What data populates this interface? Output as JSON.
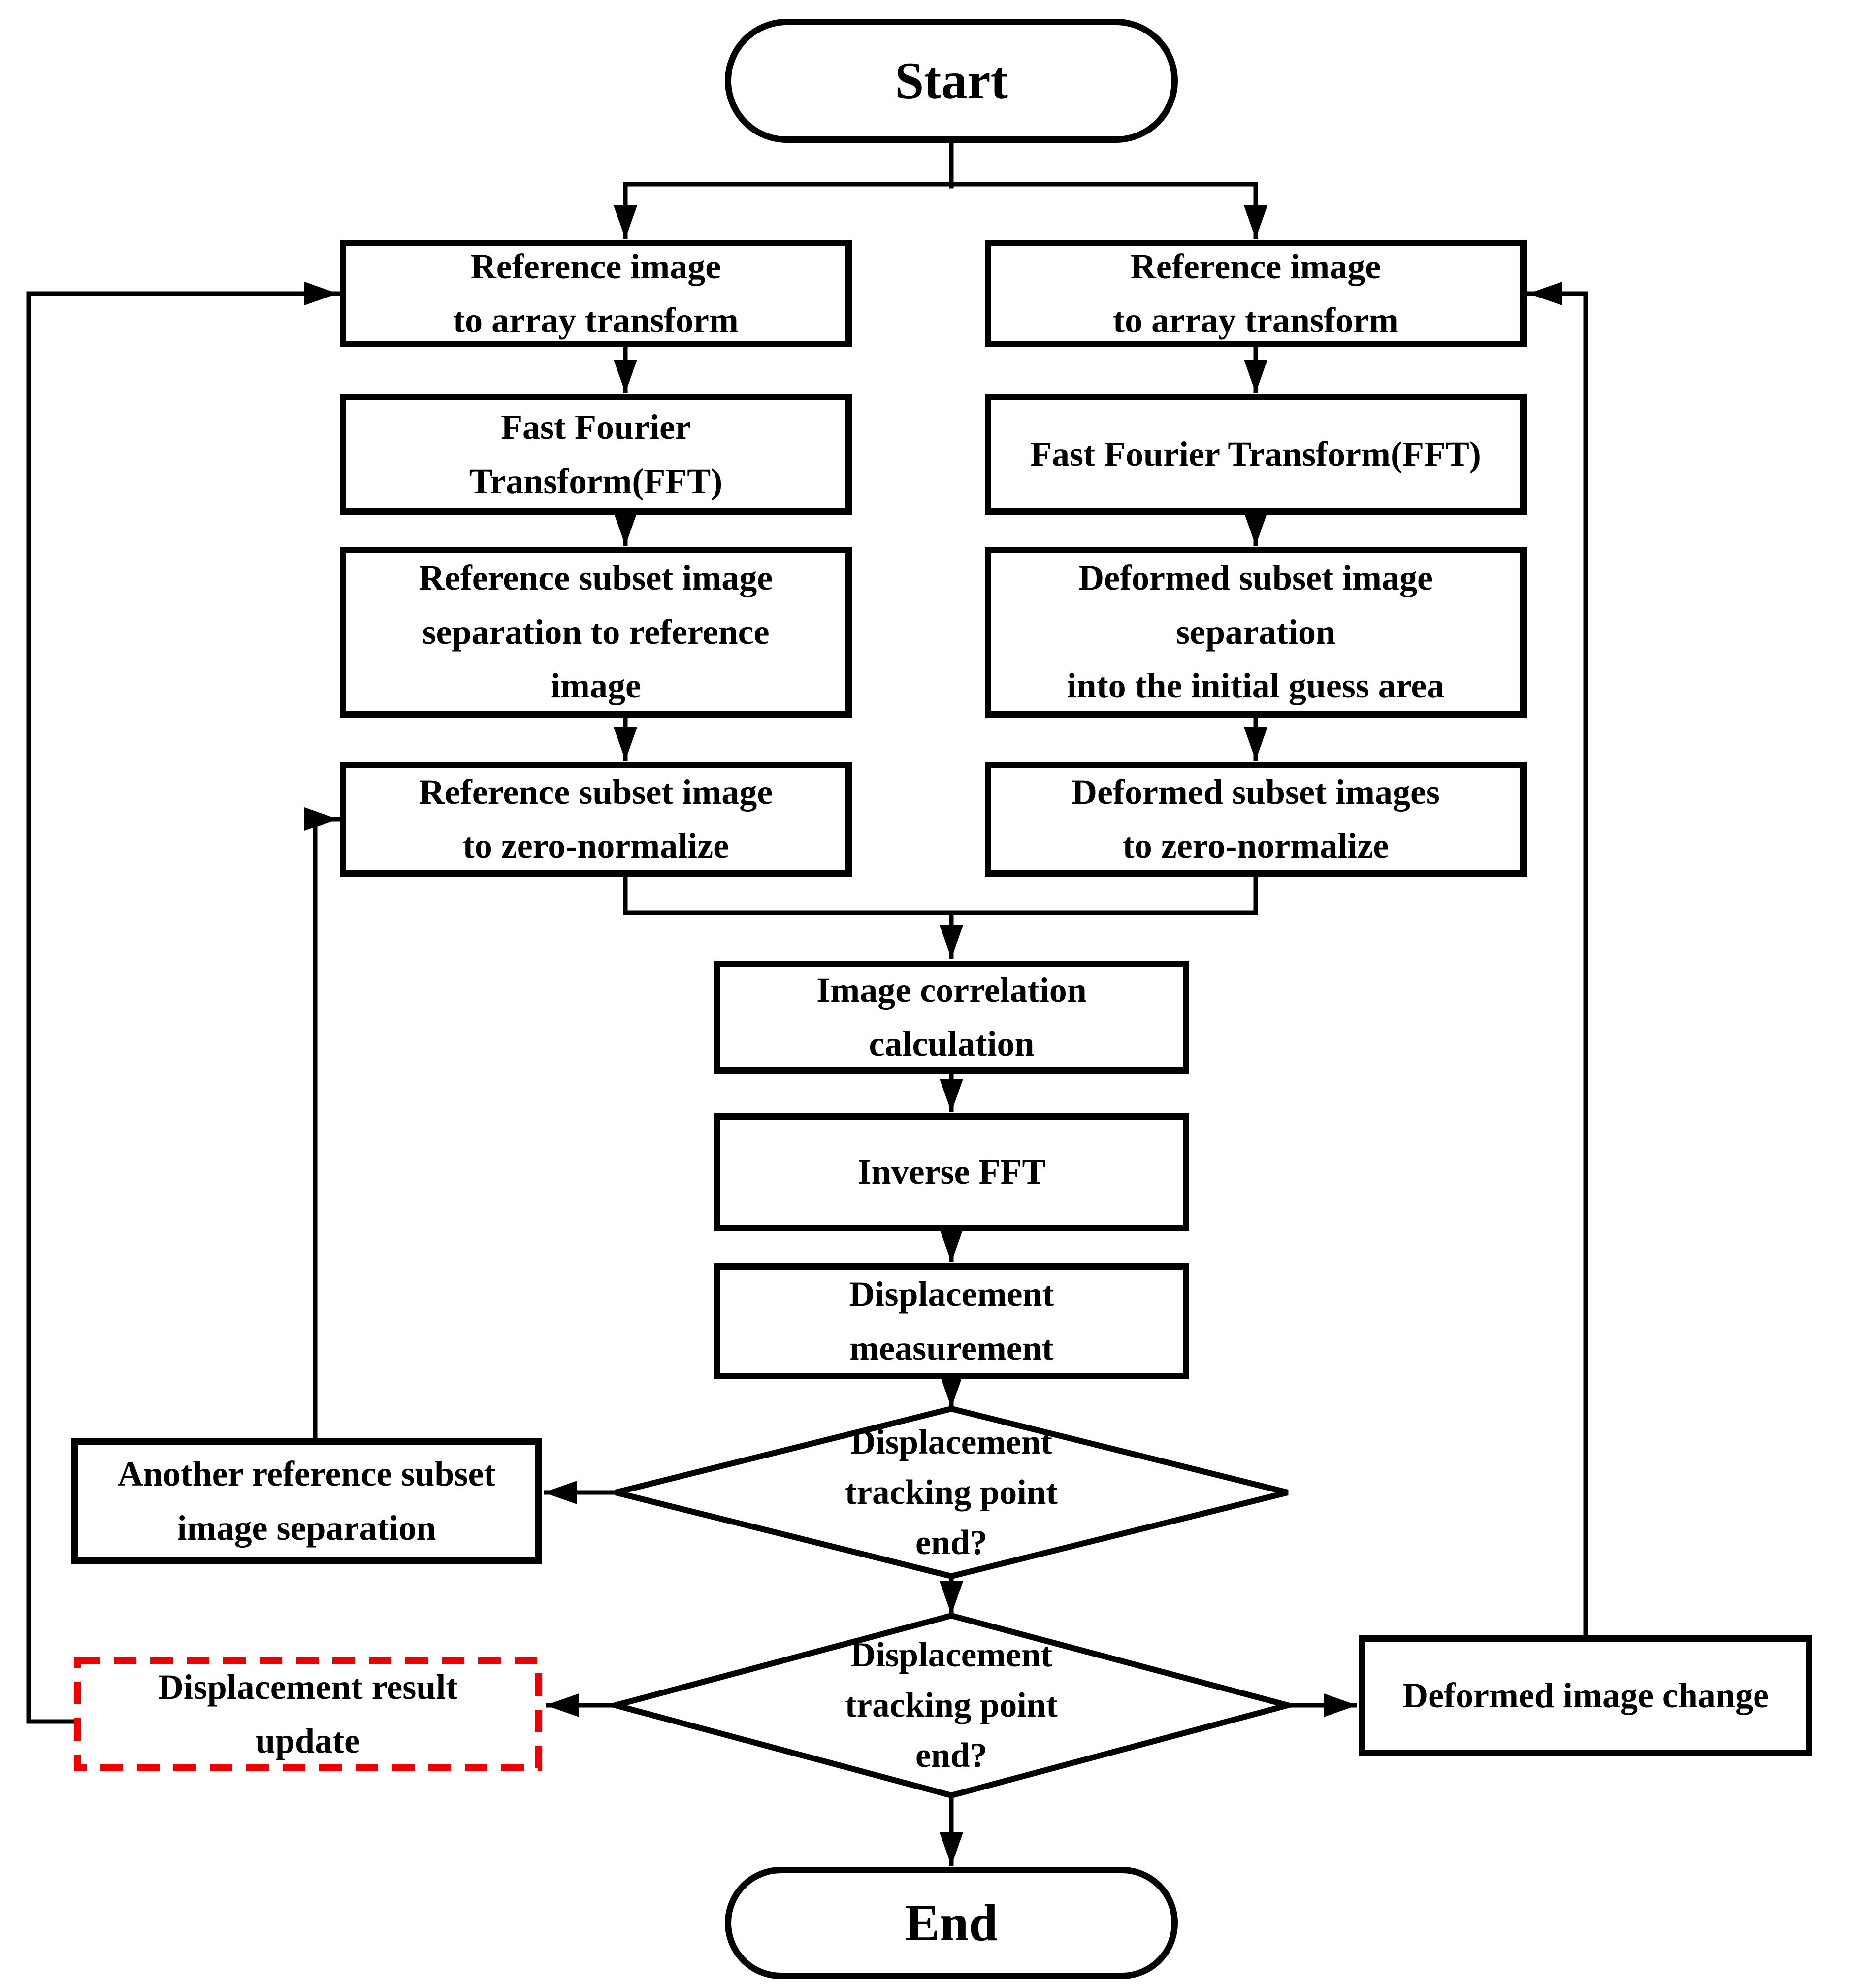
{
  "figure": {
    "type": "flowchart",
    "background": "#ffffff",
    "line_color": "#000000",
    "highlight_color": "#ee0000"
  },
  "nodes": {
    "start": {
      "label": "Start"
    },
    "end": {
      "label": "End"
    },
    "ref_image_to_array_left": {
      "lines": [
        "Reference image",
        "to array transform"
      ]
    },
    "fft_left": {
      "lines": [
        "Fast Fourier",
        "Transform(FFT)"
      ]
    },
    "ref_subset_separation": {
      "lines": [
        "Reference subset image",
        "separation to reference",
        "image"
      ]
    },
    "ref_subset_zero_normalize": {
      "lines": [
        "Reference subset image",
        "to zero-normalize"
      ]
    },
    "ref_image_to_array_right": {
      "lines": [
        "Reference image",
        "to array transform"
      ]
    },
    "fft_right": {
      "lines": [
        "Fast Fourier Transform(FFT)"
      ]
    },
    "def_subset_separation": {
      "lines": [
        "Deformed subset image",
        "separation",
        "into the initial guess area"
      ]
    },
    "def_subset_zero_normalize": {
      "lines": [
        "Deformed subset images",
        "to zero-normalize"
      ]
    },
    "image_correlation": {
      "lines": [
        "Image correlation",
        "calculation"
      ]
    },
    "inverse_fft": {
      "lines": [
        "Inverse FFT"
      ]
    },
    "displacement_measurement": {
      "lines": [
        "Displacement",
        "measurement"
      ]
    },
    "decision_tracking_1": {
      "lines": [
        "Displacement",
        "tracking point",
        "end?"
      ]
    },
    "decision_tracking_2": {
      "lines": [
        "Displacement",
        "tracking point",
        "end?"
      ]
    },
    "another_ref_subset": {
      "lines": [
        "Another reference subset",
        "image separation"
      ]
    },
    "displacement_result_update": {
      "lines": [
        "Displacement result",
        "update"
      ]
    },
    "deformed_image_change": {
      "lines": [
        "Deformed image change"
      ]
    }
  }
}
